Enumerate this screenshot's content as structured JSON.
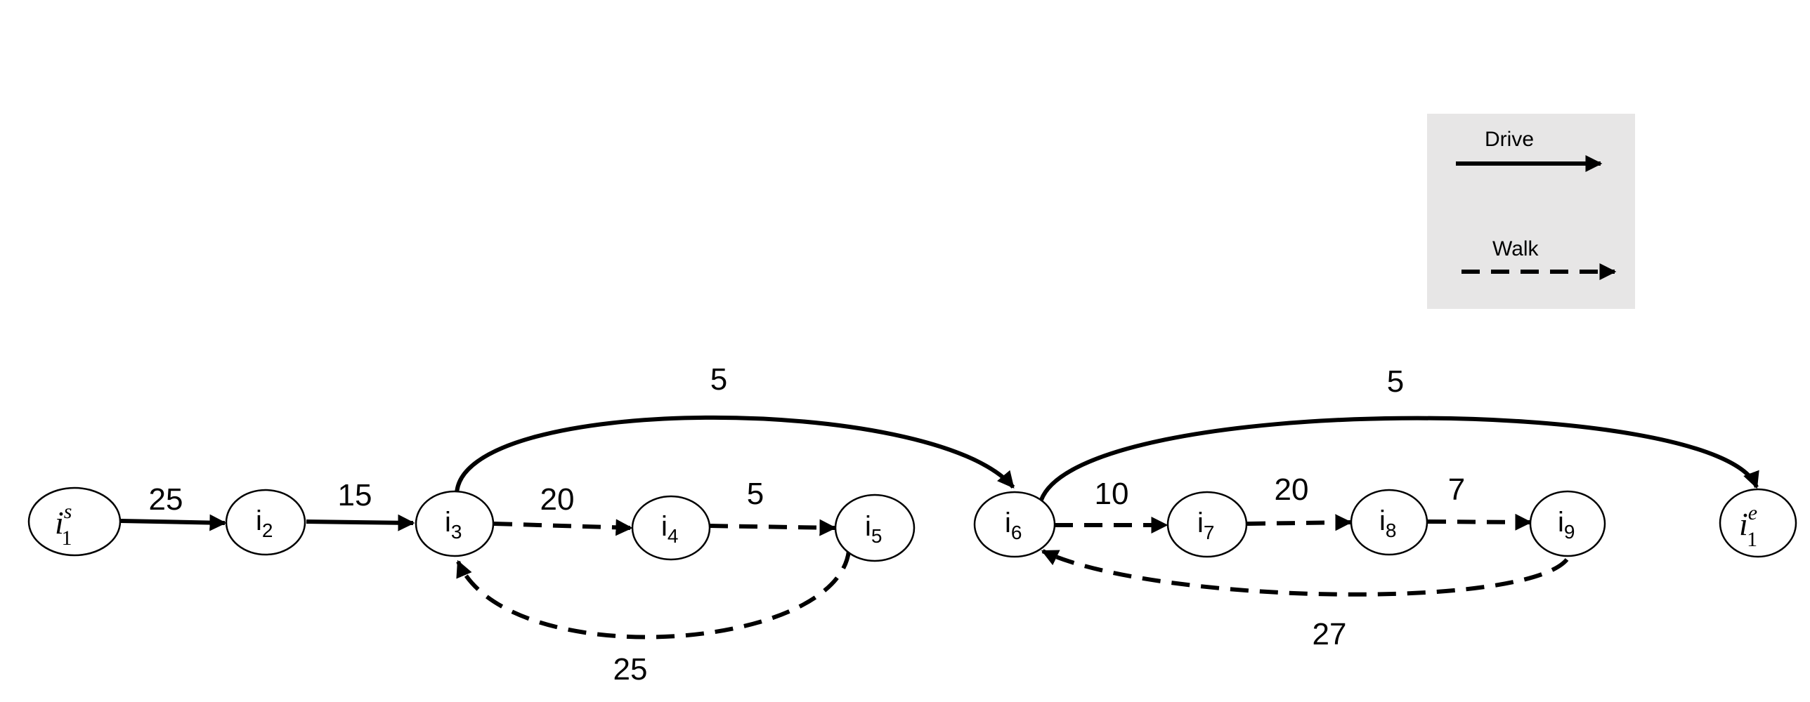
{
  "legend": {
    "drive_label": "Drive",
    "walk_label": "Walk"
  },
  "nodes": [
    {
      "id": "i1s",
      "base": "i",
      "sub": "1",
      "sup": "s",
      "italic": true
    },
    {
      "id": "i2",
      "base": "i",
      "sub": "2"
    },
    {
      "id": "i3",
      "base": "i",
      "sub": "3"
    },
    {
      "id": "i4",
      "base": "i",
      "sub": "4"
    },
    {
      "id": "i5",
      "base": "i",
      "sub": "5"
    },
    {
      "id": "i6",
      "base": "i",
      "sub": "6"
    },
    {
      "id": "i7",
      "base": "i",
      "sub": "7"
    },
    {
      "id": "i8",
      "base": "i",
      "sub": "8"
    },
    {
      "id": "i9",
      "base": "i",
      "sub": "9"
    },
    {
      "id": "i1e",
      "base": "i",
      "sub": "1",
      "sup": "e",
      "italic": true
    }
  ],
  "edges": [
    {
      "from": "i1s",
      "to": "i2",
      "mode": "drive",
      "weight": "25"
    },
    {
      "from": "i2",
      "to": "i3",
      "mode": "drive",
      "weight": "15"
    },
    {
      "from": "i3",
      "to": "i4",
      "mode": "walk",
      "weight": "20"
    },
    {
      "from": "i4",
      "to": "i5",
      "mode": "walk",
      "weight": "5"
    },
    {
      "from": "i5",
      "to": "i3",
      "mode": "walk",
      "weight": "25"
    },
    {
      "from": "i3",
      "to": "i6",
      "mode": "drive",
      "weight": "5"
    },
    {
      "from": "i6",
      "to": "i7",
      "mode": "walk",
      "weight": "10"
    },
    {
      "from": "i7",
      "to": "i8",
      "mode": "walk",
      "weight": "20"
    },
    {
      "from": "i8",
      "to": "i9",
      "mode": "walk",
      "weight": "7"
    },
    {
      "from": "i9",
      "to": "i6",
      "mode": "walk",
      "weight": "27"
    },
    {
      "from": "i6",
      "to": "i1e",
      "mode": "drive",
      "weight": "5"
    }
  ]
}
